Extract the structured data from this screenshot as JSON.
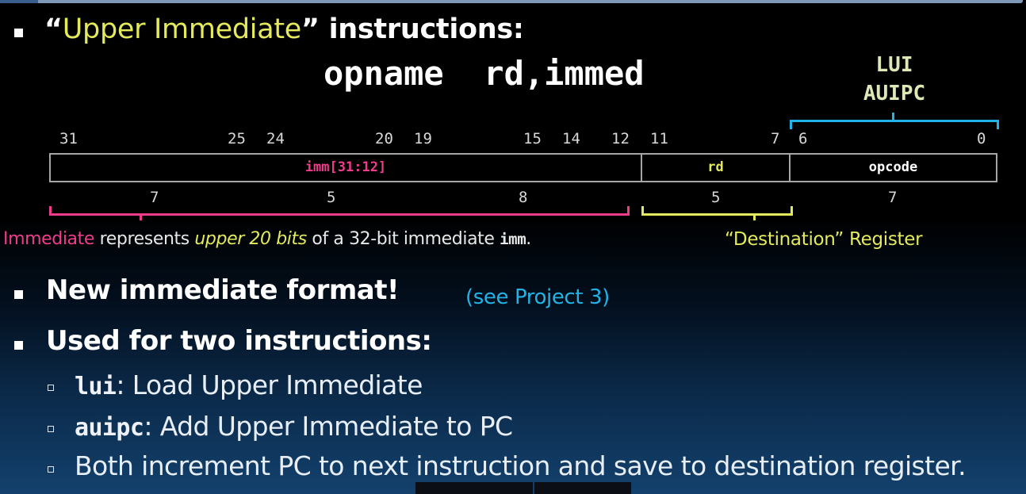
{
  "heading": {
    "open_quote": "“",
    "name": "Upper Immediate",
    "close_quote": "”",
    "rest": " instructions:"
  },
  "syntax": "opname  rd,immed",
  "instr_label": {
    "line1": "LUI",
    "line2": "AUIPC"
  },
  "bit_positions": [
    "31",
    "25",
    "24",
    "20",
    "19",
    "15",
    "14",
    "12",
    "11",
    "7",
    "6",
    "0"
  ],
  "fields": [
    {
      "label": "imm[31:12]",
      "color": "#ef3c8a"
    },
    {
      "label": "rd",
      "color": "#e4ea5c"
    },
    {
      "label": "opcode",
      "color": "#ffffff"
    }
  ],
  "field_widths": [
    "7",
    "5",
    "8",
    "5",
    "7"
  ],
  "immediate_note": {
    "word": "Immediate",
    "part1": " represents ",
    "emph": "upper 20 bits",
    "part2": " of a 32-bit immediate ",
    "code": "imm",
    "end": "."
  },
  "dest_note": "“Destination” Register",
  "bullets": {
    "format": "New immediate format!",
    "see_project": "(see Project 3)",
    "used_for": "Used for two instructions:"
  },
  "subitems": [
    {
      "code": "lui",
      "text": ": Load Upper Immediate"
    },
    {
      "code": "auipc",
      "text": ": Add Upper Immediate to PC"
    },
    {
      "code": "",
      "text": "Both increment PC to next instruction and save to destination register."
    }
  ],
  "colors": {
    "imm_pink": "#ef3c8a",
    "rd_yellow": "#e4ea5c",
    "accent_cyan": "#21b3e6"
  }
}
